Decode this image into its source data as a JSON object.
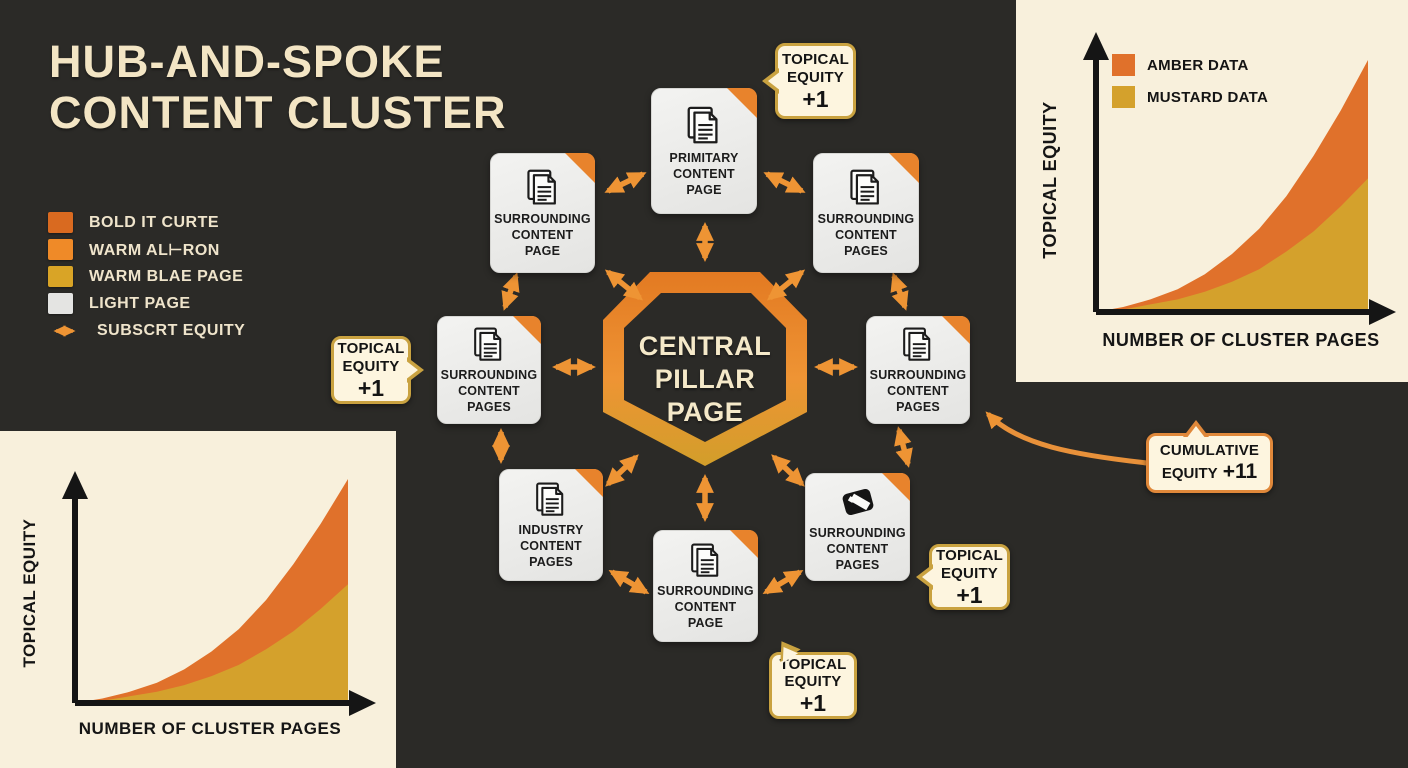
{
  "title": {
    "text": "HUB-AND-SPOKE\nCONTENT CLUSTER"
  },
  "legend": {
    "items": [
      {
        "label": "BOLD IT CURTE",
        "swatch_color": "#D96A20",
        "type": "square"
      },
      {
        "label": "WARM AL⊢RON",
        "swatch_color": "#EF8A28",
        "type": "square"
      },
      {
        "label": "WARM BLAE PAGE",
        "swatch_color": "#D9A426",
        "type": "square"
      },
      {
        "label": "LIGHT PAGE",
        "swatch_color": "#E4E4E2",
        "type": "square"
      },
      {
        "label": "SUBSCRT EQUITY",
        "swatch_color": "#EE9434",
        "type": "double-arrow"
      }
    ]
  },
  "diagram": {
    "center_label": "CENTRAL\nPILLAR\nPAGE",
    "nodes": [
      {
        "id": "primary",
        "label": "PRIMITARY\nCONTENT\nPAGE",
        "icon": "document"
      },
      {
        "id": "top-left",
        "label": "SURROUNDING\nCONTENT\nPAGE",
        "icon": "document"
      },
      {
        "id": "top-right",
        "label": "SURROUNDING\nCONTENT\nPAGES",
        "icon": "document"
      },
      {
        "id": "left",
        "label": "SURROUNDING\nCONTENT\nPAGES",
        "icon": "document"
      },
      {
        "id": "right",
        "label": "SURROUNDING\nCONTENT\nPAGES",
        "icon": "document"
      },
      {
        "id": "industry",
        "label": "INDUSTRY\nCONTENT\nPAGES",
        "icon": "document"
      },
      {
        "id": "bottom-center",
        "label": "SURROUNDING\nCONTENT\nPAGE",
        "icon": "document"
      },
      {
        "id": "bottom-right",
        "label": "SURROUNDING\nCONTENT\nPAGES",
        "icon": "image"
      }
    ],
    "arrow_color": "#EE9434",
    "octagon_colors": [
      "#E37A22",
      "#EE9434",
      "#D29E2A"
    ]
  },
  "callouts": [
    {
      "id": "top",
      "label": "TOPICAL\nEQUITY",
      "value": "+1"
    },
    {
      "id": "left",
      "label": "TOPICAL\nEQUITY",
      "value": "+1"
    },
    {
      "id": "bottom-right",
      "label": "TOPICAL\nEQUITY",
      "value": "+1"
    },
    {
      "id": "bottom",
      "label": "TOPICAL\nEQUITY",
      "value": "+1"
    },
    {
      "id": "cumulative",
      "line1": "CUMULATIVE",
      "line2_prefix": "EQUITY",
      "line2_value": "+11"
    }
  ],
  "chart_data": [
    {
      "type": "area",
      "title": "",
      "xlabel": "NUMBER OF CLUSTER PAGES",
      "ylabel": "TOPICAL EQUITY",
      "x": [
        0,
        1,
        2,
        3,
        4,
        5,
        6,
        7,
        8,
        9,
        10
      ],
      "series": [
        {
          "name": "AMBER DATA",
          "color": "#E0712B",
          "values": [
            0,
            2,
            5,
            9,
            15,
            23,
            33,
            46,
            62,
            80,
            100
          ]
        },
        {
          "name": "MUSTARD DATA",
          "color": "#D4A12C",
          "values": [
            0,
            1,
            3,
            5,
            8,
            12,
            17,
            24,
            32,
            42,
            53
          ]
        }
      ],
      "ylim": [
        0,
        100
      ],
      "grid": false,
      "legend_visible": true,
      "legend_position": "top-left"
    },
    {
      "type": "area",
      "title": "",
      "xlabel": "NUMBER OF CLUSTER PAGES",
      "ylabel": "TOPICAL EQUITY",
      "x": [
        0,
        1,
        2,
        3,
        4,
        5,
        6,
        7,
        8,
        9,
        10
      ],
      "series": [
        {
          "name": "AMBER DATA",
          "color": "#E0712B",
          "values": [
            0,
            2,
            5,
            9,
            15,
            23,
            33,
            46,
            62,
            80,
            100
          ]
        },
        {
          "name": "MUSTARD DATA",
          "color": "#D4A12C",
          "values": [
            0,
            1,
            3,
            5,
            8,
            12,
            17,
            24,
            32,
            42,
            53
          ]
        }
      ],
      "ylim": [
        0,
        100
      ],
      "grid": false,
      "legend_visible": false,
      "legend_position": "none"
    }
  ]
}
